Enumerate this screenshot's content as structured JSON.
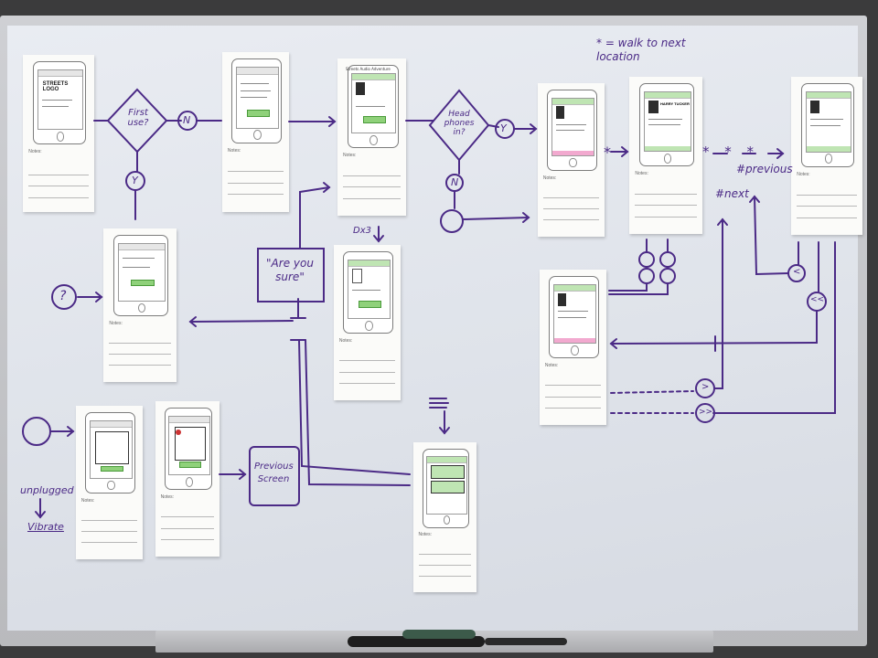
{
  "board": {
    "handwritten_labels": {
      "first_use": "First use?",
      "n1": "N",
      "y1": "Y",
      "headphones": "Head phones in?",
      "y2": "Y",
      "n2": "N",
      "walk_note": "* = walk to next location",
      "star1": "*",
      "star_chain": "* * *",
      "previous": "#previous",
      "next": "#next",
      "are_you_sure": "\"Are you sure\"",
      "dx3": "Dx3",
      "question": "?",
      "unplugged": "unplugged",
      "vibrate": "Vibrate",
      "previous_screen": "Previous Screen",
      "back_lt": "<",
      "back_dbl": "<<",
      "fwd_gt": ">",
      "fwd_dbl": ">>"
    },
    "sheet_texts": {
      "title_card": "STREETS LOGO",
      "app_header": "Streets Audio Adventure",
      "narrator": "HARRY TUCKER",
      "notes": "Notes:"
    }
  },
  "colors": {
    "ink": "#4b2a86",
    "accent_green": "#8fd17a",
    "accent_pink": "#f2a9cf"
  }
}
